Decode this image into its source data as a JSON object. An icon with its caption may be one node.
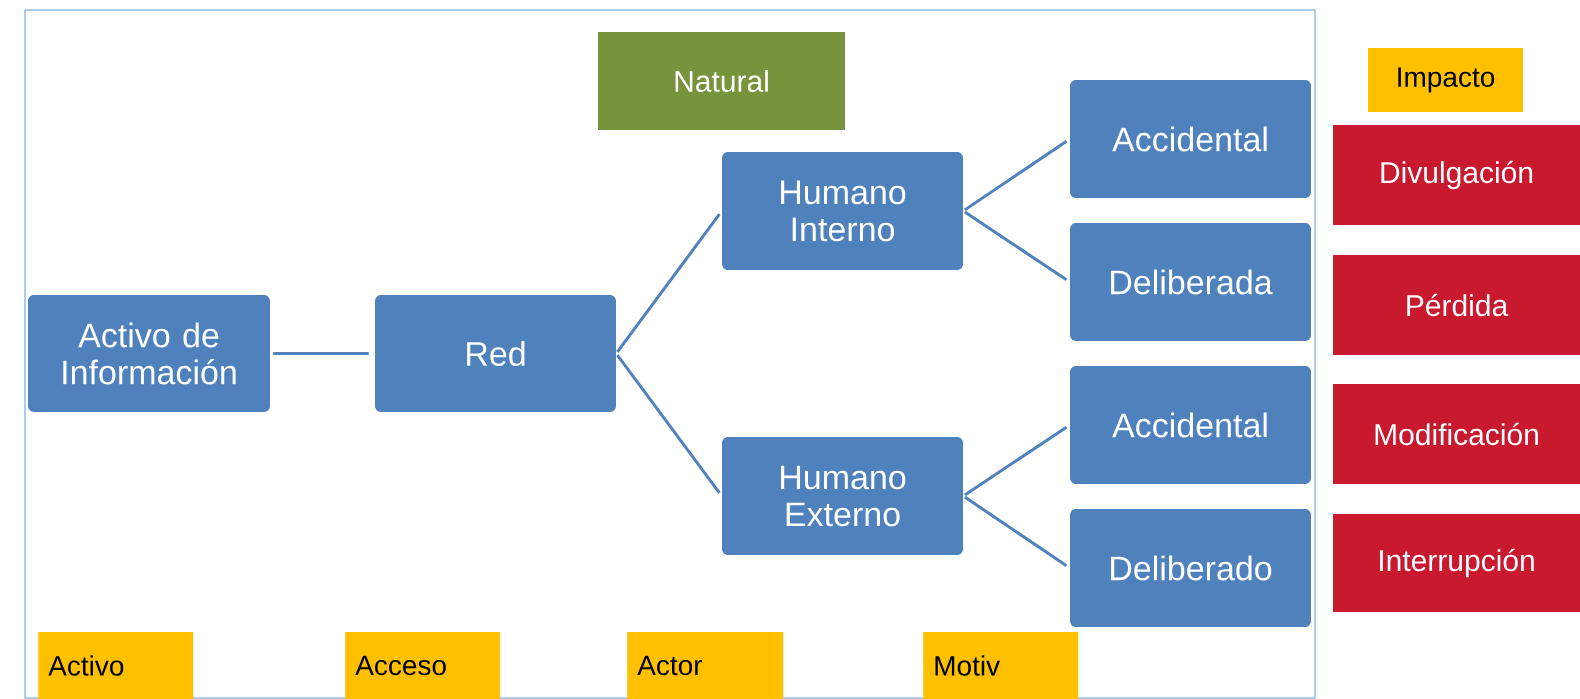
{
  "diagram": {
    "nodes": [
      {
        "text": [
          "Natural"
        ]
      },
      {
        "text": [
          "Activo de Información"
        ]
      },
      {
        "text": [
          "Red"
        ]
      },
      {
        "text": [
          "Humano Interno"
        ]
      },
      {
        "text": [
          "Humano Externo"
        ]
      },
      {
        "text": [
          "Accidental"
        ]
      },
      {
        "text": [
          "Deliberada"
        ]
      },
      {
        "text": [
          "Accidental"
        ]
      },
      {
        "text": [
          "Deliberado"
        ]
      },
      {
        "text": [
          "Impacto"
        ]
      },
      {
        "text": [
          "Divulgación"
        ]
      },
      {
        "text": [
          "Pérdida"
        ]
      },
      {
        "text": [
          "Modificación"
        ]
      },
      {
        "text": [
          "Interrupción"
        ]
      },
      {
        "text": [
          "Activo"
        ]
      },
      {
        "text": [
          "Acceso"
        ]
      },
      {
        "text": [
          "Actor"
        ]
      },
      {
        "text": [
          "Motiv"
        ]
      }
    ],
    "edges": [
      {
        "from": 1,
        "to": 2,
        "arrow": "none"
      },
      {
        "from": 2,
        "to": 3,
        "arrow": "none"
      },
      {
        "from": 2,
        "to": 4,
        "arrow": "none"
      },
      {
        "from": 3,
        "to": 5,
        "arrow": "none"
      },
      {
        "from": 3,
        "to": 6,
        "arrow": "none"
      },
      {
        "from": 4,
        "to": 7,
        "arrow": "none"
      },
      {
        "from": 4,
        "to": 8,
        "arrow": "none"
      }
    ]
  }
}
